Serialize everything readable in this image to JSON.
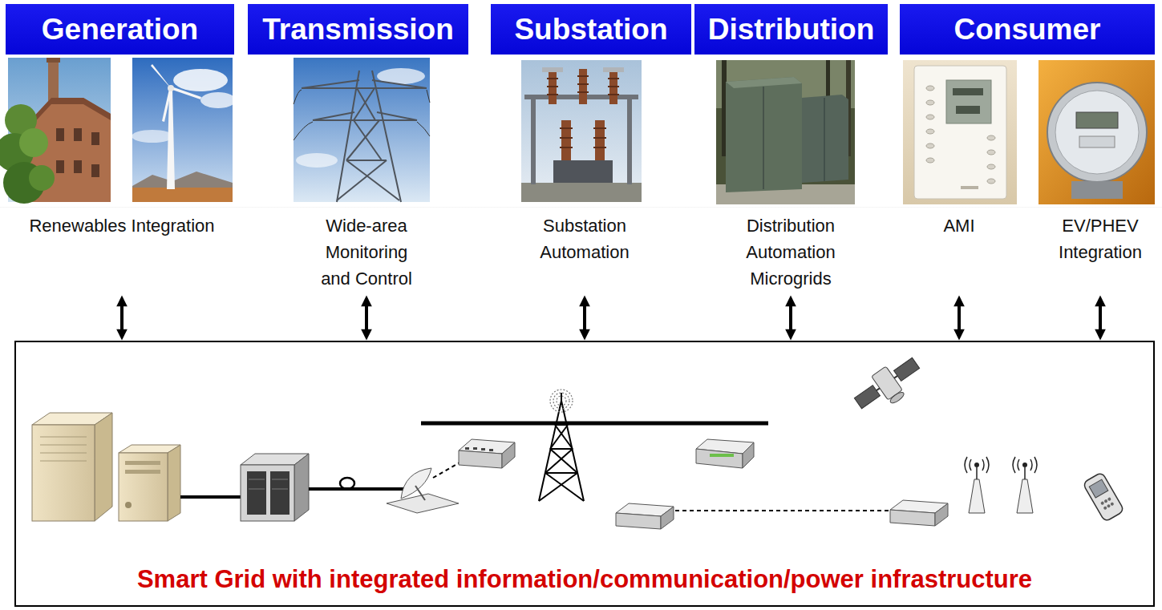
{
  "diagram": {
    "nodes": [
      {
        "text": [
          "Generation"
        ]
      },
      {
        "text": [
          "Transmission"
        ]
      },
      {
        "text": [
          "Substation"
        ]
      },
      {
        "text": [
          "Distribution"
        ]
      },
      {
        "text": [
          "Consumer"
        ]
      },
      {
        "text": [
          "Renewables Integration"
        ]
      },
      {
        "text": [
          "Wide-area Monitoring and Control"
        ]
      },
      {
        "text": [
          "Substation Automation"
        ]
      },
      {
        "text": [
          "Distribution Automation Microgrids"
        ]
      },
      {
        "text": [
          "AMI"
        ]
      },
      {
        "text": [
          "EV/PHEV Integration"
        ]
      },
      {
        "text": [
          "Smart Grid with integrated information/communication/power infrastructure"
        ]
      }
    ],
    "edges": [
      {
        "from": 5,
        "to": 11,
        "arrow": "both"
      },
      {
        "from": 6,
        "to": 11,
        "arrow": "both"
      },
      {
        "from": 7,
        "to": 11,
        "arrow": "both"
      },
      {
        "from": 8,
        "to": 11,
        "arrow": "both"
      },
      {
        "from": 9,
        "to": 11,
        "arrow": "both"
      },
      {
        "from": 10,
        "to": 11,
        "arrow": "both"
      }
    ]
  }
}
